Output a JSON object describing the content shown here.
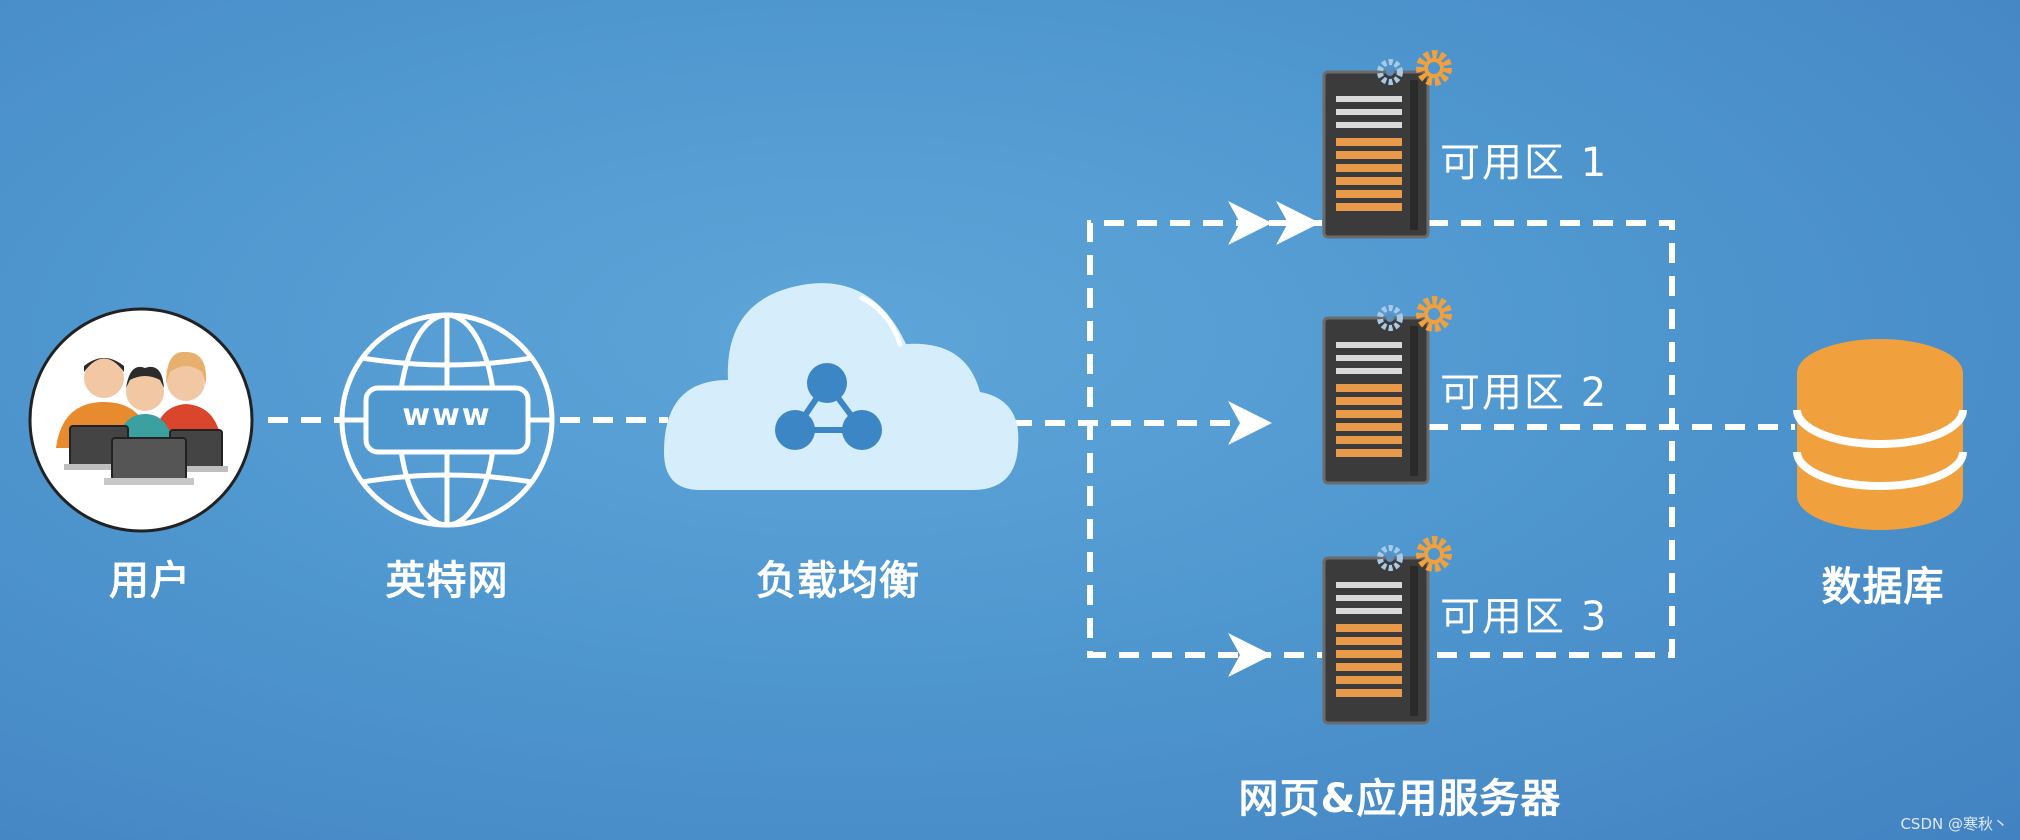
{
  "nodes": {
    "users": {
      "label": "用户",
      "icon": "users-with-laptops-icon"
    },
    "internet": {
      "label": "英特网",
      "icon": "globe-www-icon",
      "badge": "www"
    },
    "load_balancer": {
      "label": "负载均衡",
      "icon": "cloud-network-icon"
    },
    "servers": {
      "label": "网页&应用服务器",
      "icon": "server-with-gears-icon",
      "zones": [
        {
          "label": "可用区 1"
        },
        {
          "label": "可用区 2"
        },
        {
          "label": "可用区 3"
        }
      ]
    },
    "database": {
      "label": "数据库",
      "icon": "database-icon"
    }
  },
  "watermark": "CSDN @寒秋丶",
  "colors": {
    "background": "#4f97cf",
    "connector": "#ffffff",
    "server_stripe": "#e8994a",
    "database": "#f0a03c",
    "cloud": "#d6eefb",
    "network_node": "#3d86c6"
  }
}
